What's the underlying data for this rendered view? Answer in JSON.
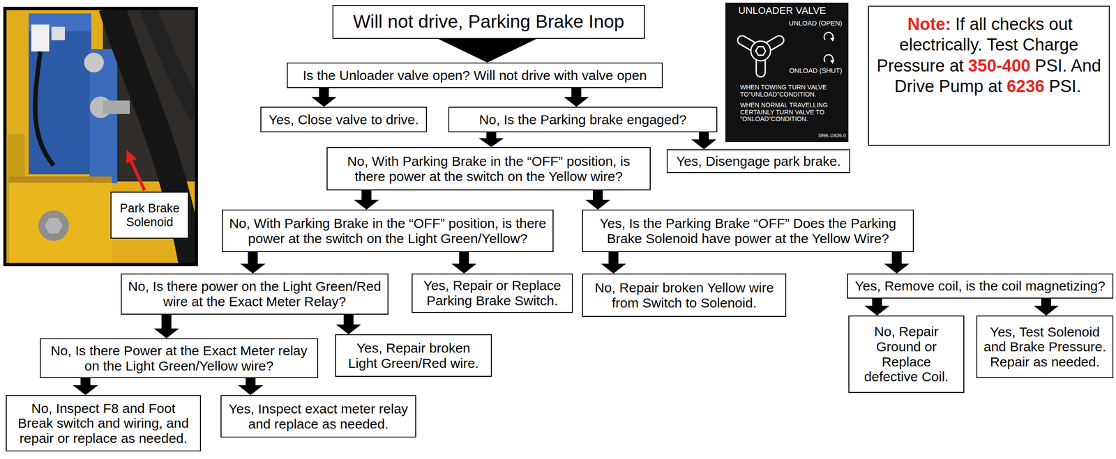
{
  "diagram": {
    "nodes": [
      {
        "text": [
          "Will not drive, Parking Brake Inop"
        ]
      },
      {
        "text": [
          "Is the Unloader valve open? Will not drive with valve open"
        ]
      },
      {
        "text": [
          "Yes, Close valve to drive."
        ]
      },
      {
        "text": [
          "No, Is the Parking brake engaged?"
        ]
      },
      {
        "text": [
          "No, With Parking Brake in the “OFF” position, is there power at the switch on the Yellow wire?"
        ]
      },
      {
        "text": [
          "Yes, Disengage park brake."
        ]
      },
      {
        "text": [
          "No, With Parking Brake in the “OFF” position, is there power at the switch on the Light Green/Yellow?"
        ]
      },
      {
        "text": [
          "Yes, Is the Parking Brake “OFF” Does the Parking Brake Solenoid have power at the Yellow Wire?"
        ]
      },
      {
        "text": [
          "No, Is there power on the Light Green/Red wire at the Exact Meter Relay?"
        ]
      },
      {
        "text": [
          "Yes, Repair or Replace Parking Brake Switch."
        ]
      },
      {
        "text": [
          "No, Repair broken Yellow wire from Switch to Solenoid."
        ]
      },
      {
        "text": [
          "Yes, Remove coil, is the coil magnetizing?"
        ]
      },
      {
        "text": [
          "No, Is there Power at the Exact Meter relay on the Light Green/Yellow wire?"
        ]
      },
      {
        "text": [
          "Yes, Repair broken Light Green/Red wire."
        ]
      },
      {
        "text": [
          "No, Repair Ground or Replace defective Coil."
        ]
      },
      {
        "text": [
          "Yes, Test Solenoid and Brake Pressure. Repair as needed."
        ]
      },
      {
        "text": [
          "No, Inspect F8 and Foot Break switch and wiring, and repair or replace as needed."
        ]
      },
      {
        "text": [
          "Yes, Inspect exact meter relay and replace as needed."
        ]
      },
      {
        "text": [
          "Note:",
          "If all checks out electrically. Test Charge Pressure at",
          "350-400",
          "PSI. And Drive Pump at",
          "6236",
          "PSI."
        ]
      },
      {
        "text": [
          "Park Brake Solenoid"
        ]
      }
    ],
    "edges": [
      {
        "from": 0,
        "to": 1,
        "arrow": "to"
      },
      {
        "from": 1,
        "to": 2,
        "arrow": "to"
      },
      {
        "from": 1,
        "to": 3,
        "arrow": "to"
      },
      {
        "from": 3,
        "to": 4,
        "arrow": "to"
      },
      {
        "from": 3,
        "to": 5,
        "arrow": "to"
      },
      {
        "from": 4,
        "to": 6,
        "arrow": "to"
      },
      {
        "from": 4,
        "to": 7,
        "arrow": "to"
      },
      {
        "from": 6,
        "to": 8,
        "arrow": "to"
      },
      {
        "from": 6,
        "to": 9,
        "arrow": "to"
      },
      {
        "from": 7,
        "to": 10,
        "arrow": "to"
      },
      {
        "from": 7,
        "to": 11,
        "arrow": "to"
      },
      {
        "from": 8,
        "to": 12,
        "arrow": "to"
      },
      {
        "from": 8,
        "to": 13,
        "arrow": "to"
      },
      {
        "from": 11,
        "to": 14,
        "arrow": "to"
      },
      {
        "from": 11,
        "to": 15,
        "arrow": "to"
      },
      {
        "from": 12,
        "to": 16,
        "arrow": "to"
      },
      {
        "from": 12,
        "to": 17,
        "arrow": "to"
      }
    ],
    "labels": [
      "UNLOADER VALVE",
      "UNLOAD (OPEN)",
      "ONLOAD (SHUT)",
      "WHEN TOWING TURN VALVE TO\"UNLOAD\"CONDITION.",
      "WHEN NORMAL TRAVELLING CERTAINLY TURN VALVE TO \"ONLOAD\"CONDITION.",
      "3996-11626-0"
    ]
  }
}
